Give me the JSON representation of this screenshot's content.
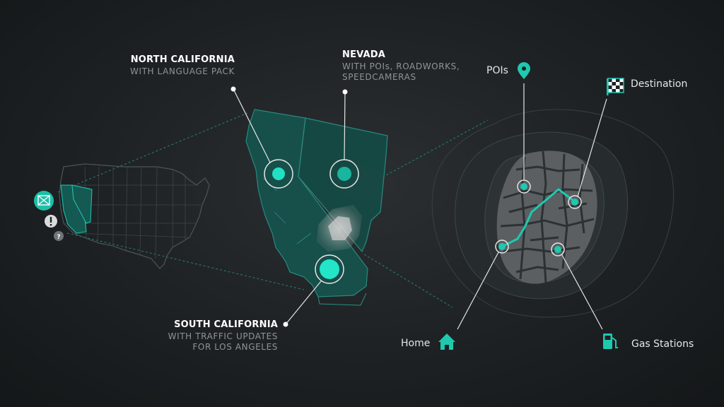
{
  "callouts": {
    "north": {
      "title": "NORTH CALIFORNIA",
      "sub": "WITH LANGUAGE PACK"
    },
    "nevada": {
      "title": "NEVADA",
      "sub1": "WITH POIs, ROADWORKS,",
      "sub2": "SPEEDCAMERAS"
    },
    "south": {
      "title": "SOUTH CALIFORNIA",
      "sub1": "WITH TRAFFIC UPDATES",
      "sub2": "FOR LOS ANGELES"
    }
  },
  "map_labels": {
    "pois": "POIs",
    "destination": "Destination",
    "home": "Home",
    "gas": "Gas Stations"
  },
  "icons": {
    "left": [
      "map-update-icon",
      "warning-icon",
      "help-icon"
    ],
    "map": [
      "map-pin-icon",
      "checkered-flag-icon",
      "home-icon",
      "fuel-pump-icon"
    ]
  },
  "colors": {
    "accent": "#1ec9b0",
    "accent_dark": "#0e6f62",
    "background": "#1d2123",
    "state_fill": "#17524c"
  }
}
